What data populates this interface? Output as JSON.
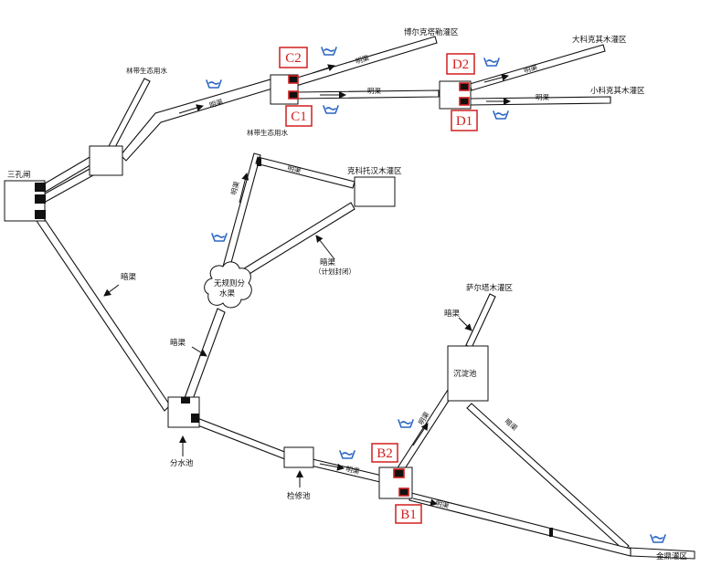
{
  "labels": {
    "sankou_gate": "三孔闸",
    "linmu_water_top": "林带生态用水",
    "linmu_water_mid": "林带生态用水",
    "boer_irrig": "博尔克塔勒灌区",
    "dake_irrig": "大科克其木灌区",
    "xiaoke_irrig": "小科克其木灌区",
    "ketuo_irrig": "克科托汉木灌区",
    "saer_irrig": "萨尔塔木灌区",
    "jinding_irrig": "金鼎灌区",
    "wugui_ze": "无规则分水渠",
    "fenshui_chi": "分水池",
    "jianxiu_chi": "检修池",
    "chendian_chi": "沉淀池"
  },
  "channels": {
    "mingqu_1": "明渠",
    "mingqu_2": "明渠",
    "mingqu_3": "明渠",
    "mingqu_4": "明渠",
    "mingqu_5": "明渠",
    "mingqu_6": "明渠",
    "mingqu_7": "明渠",
    "mingqu_8": "明渠",
    "mingqu_9": "明渠",
    "anqu_1": "暗渠",
    "anqu_2": "暗渠",
    "anqu_3": "暗渠",
    "anqu_4": "暗渠",
    "anqu_5": "暗渠",
    "anqu_note": "（计划封闭）"
  },
  "codes": {
    "C1": "C1",
    "C2": "C2",
    "D1": "D1",
    "D2": "D2",
    "B1": "B1",
    "B2": "B2"
  },
  "colors": {
    "code_red": "#d21f1f",
    "water_icon_blue": "#2c67c4",
    "line_black": "#111111"
  },
  "icons": {
    "water_level": "water-level-icon",
    "flow": "flow-arrow-icon"
  }
}
